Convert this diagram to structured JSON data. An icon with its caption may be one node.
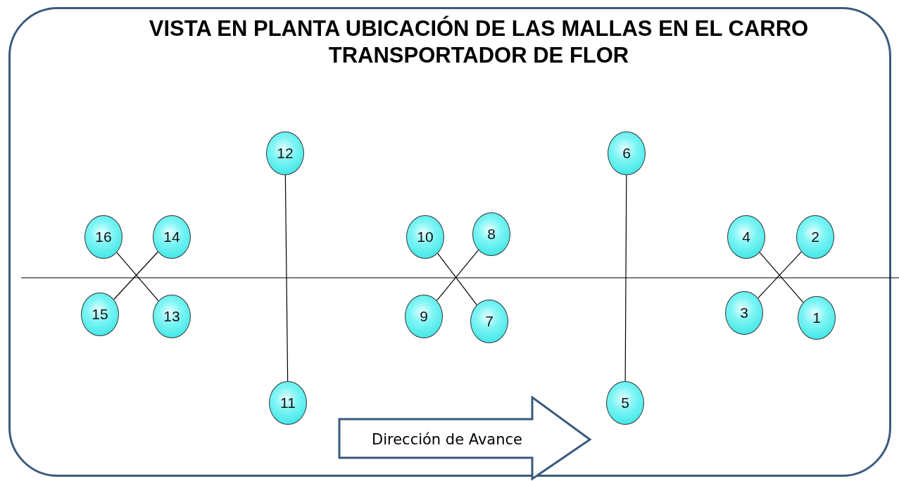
{
  "diagram": {
    "title": "VISTA EN PLANTA UBICACIÓN DE LAS MALLAS EN EL CARRO TRANSPORTADOR DE FLOR",
    "nodes": [
      {
        "text": [
          "12"
        ]
      },
      {
        "text": [
          "6"
        ]
      },
      {
        "text": [
          "16"
        ]
      },
      {
        "text": [
          "14"
        ]
      },
      {
        "text": [
          "10"
        ]
      },
      {
        "text": [
          "8"
        ]
      },
      {
        "text": [
          "4"
        ]
      },
      {
        "text": [
          "2"
        ]
      },
      {
        "text": [
          "15"
        ]
      },
      {
        "text": [
          "13"
        ]
      },
      {
        "text": [
          "9"
        ]
      },
      {
        "text": [
          "7"
        ]
      },
      {
        "text": [
          "3"
        ]
      },
      {
        "text": [
          "1"
        ]
      },
      {
        "text": [
          "11"
        ]
      },
      {
        "text": [
          "5"
        ]
      },
      {
        "text": [
          "Dirección de Avance"
        ]
      }
    ],
    "edges": [
      {
        "from": 2,
        "to": 9,
        "arrow": "none"
      },
      {
        "from": 3,
        "to": 8,
        "arrow": "none"
      },
      {
        "from": 4,
        "to": 11,
        "arrow": "none"
      },
      {
        "from": 5,
        "to": 10,
        "arrow": "none"
      },
      {
        "from": 6,
        "to": 13,
        "arrow": "none"
      },
      {
        "from": 7,
        "to": 12,
        "arrow": "none"
      },
      {
        "from": 0,
        "to": 14,
        "arrow": "none"
      },
      {
        "from": 1,
        "to": 15,
        "arrow": "none"
      }
    ]
  }
}
